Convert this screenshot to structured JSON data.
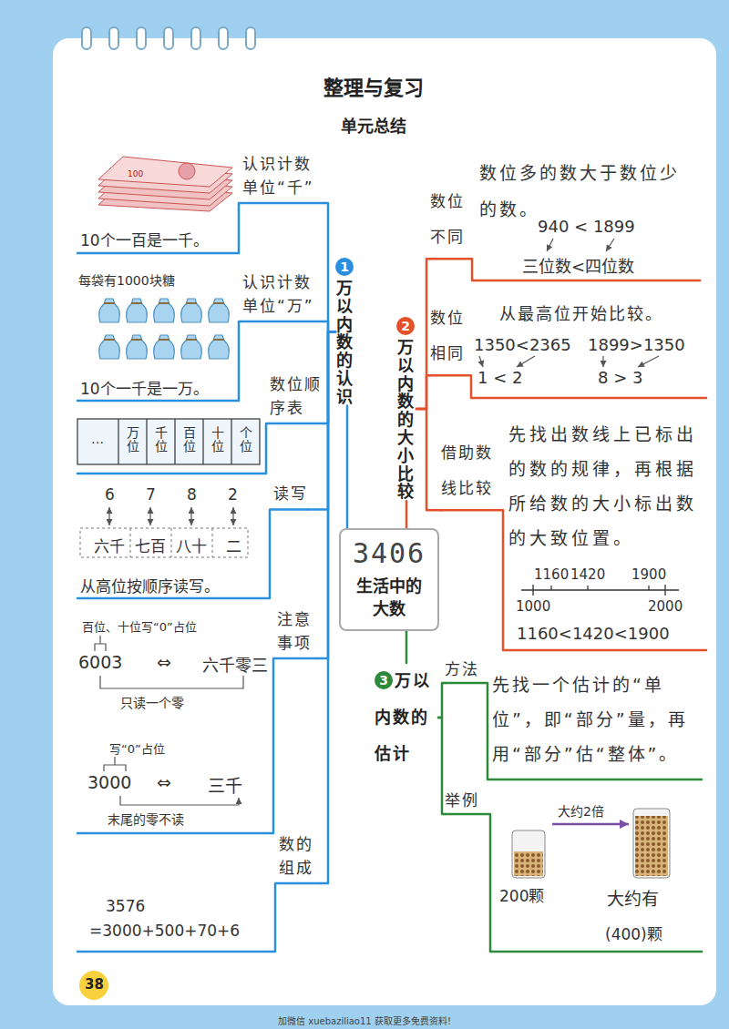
{
  "diagram": {
    "title": "整理与复习",
    "nodes": [
      {
        "text": [
          "3406",
          "生活中的大数"
        ]
      },
      {
        "text": [
          "1",
          "万以内数的认识"
        ]
      },
      {
        "text": [
          "认识计数单位“千”"
        ]
      },
      {
        "text": [
          "认识计数单位“万”"
        ]
      },
      {
        "text": [
          "数位顺序表"
        ]
      },
      {
        "text": [
          "读写"
        ]
      },
      {
        "text": [
          "注意事项"
        ]
      },
      {
        "text": [
          "数的组成"
        ]
      },
      {
        "text": [
          "2",
          "万以内数的大小比较"
        ]
      },
      {
        "text": [
          "数位不同"
        ]
      },
      {
        "text": [
          "数位相同"
        ]
      },
      {
        "text": [
          "借助数线比较"
        ]
      },
      {
        "text": [
          "3",
          "万以内数的估计"
        ]
      },
      {
        "text": [
          "方法"
        ]
      },
      {
        "text": [
          "举例"
        ]
      }
    ],
    "edges": [
      {
        "from": 0,
        "to": 1,
        "arrow": "none"
      },
      {
        "from": 1,
        "to": 2,
        "arrow": "none"
      },
      {
        "from": 1,
        "to": 3,
        "arrow": "none"
      },
      {
        "from": 1,
        "to": 4,
        "arrow": "none"
      },
      {
        "from": 1,
        "to": 5,
        "arrow": "none"
      },
      {
        "from": 1,
        "to": 6,
        "arrow": "none"
      },
      {
        "from": 1,
        "to": 7,
        "arrow": "none"
      },
      {
        "from": 0,
        "to": 8,
        "arrow": "none"
      },
      {
        "from": 8,
        "to": 9,
        "arrow": "none"
      },
      {
        "from": 8,
        "to": 10,
        "arrow": "none"
      },
      {
        "from": 8,
        "to": 11,
        "arrow": "none"
      },
      {
        "from": 0,
        "to": 12,
        "arrow": "none"
      },
      {
        "from": 12,
        "to": 13,
        "arrow": "none"
      },
      {
        "from": 12,
        "to": 14,
        "arrow": "none"
      }
    ],
    "labels": [
      "单元总结",
      "100",
      "10个一百是一千。",
      "每袋有1000块糖",
      "10个一千是一万。",
      "…",
      "万位",
      "千位",
      "百位",
      "十位",
      "个位",
      "6",
      "7",
      "8",
      "2",
      "六千",
      "七百",
      "八十",
      "二",
      "从高位按顺序读写。",
      "百位、十位写“0”占位",
      "6003",
      "⇔",
      "六千零三",
      "只读一个零",
      "写“0”占位",
      "3000",
      "⇔",
      "三千",
      "末尾的零不读",
      "3576",
      "=3000+500+70+6",
      "数位多的数大于数位少的数。",
      "940 < 1899",
      "三位数<四位数",
      "从最高位开始比较。",
      "1350<2365",
      "1899>1350",
      "1 < 2",
      "8 > 3",
      "先找出数线上已标出的数的规律，再根据所给数的大小标出数的大致位置。",
      "1160",
      "1420",
      "1900",
      "1000",
      "2000",
      "1160<1420<1900",
      "先找一个估计的“单位”，即“部分”量，再用“部分”估“整体”。",
      "大约2倍",
      "200颗",
      "大约有",
      "(400)颗",
      "38",
      "加微信 xuebaziliao11 获取更多免费资料!"
    ]
  }
}
